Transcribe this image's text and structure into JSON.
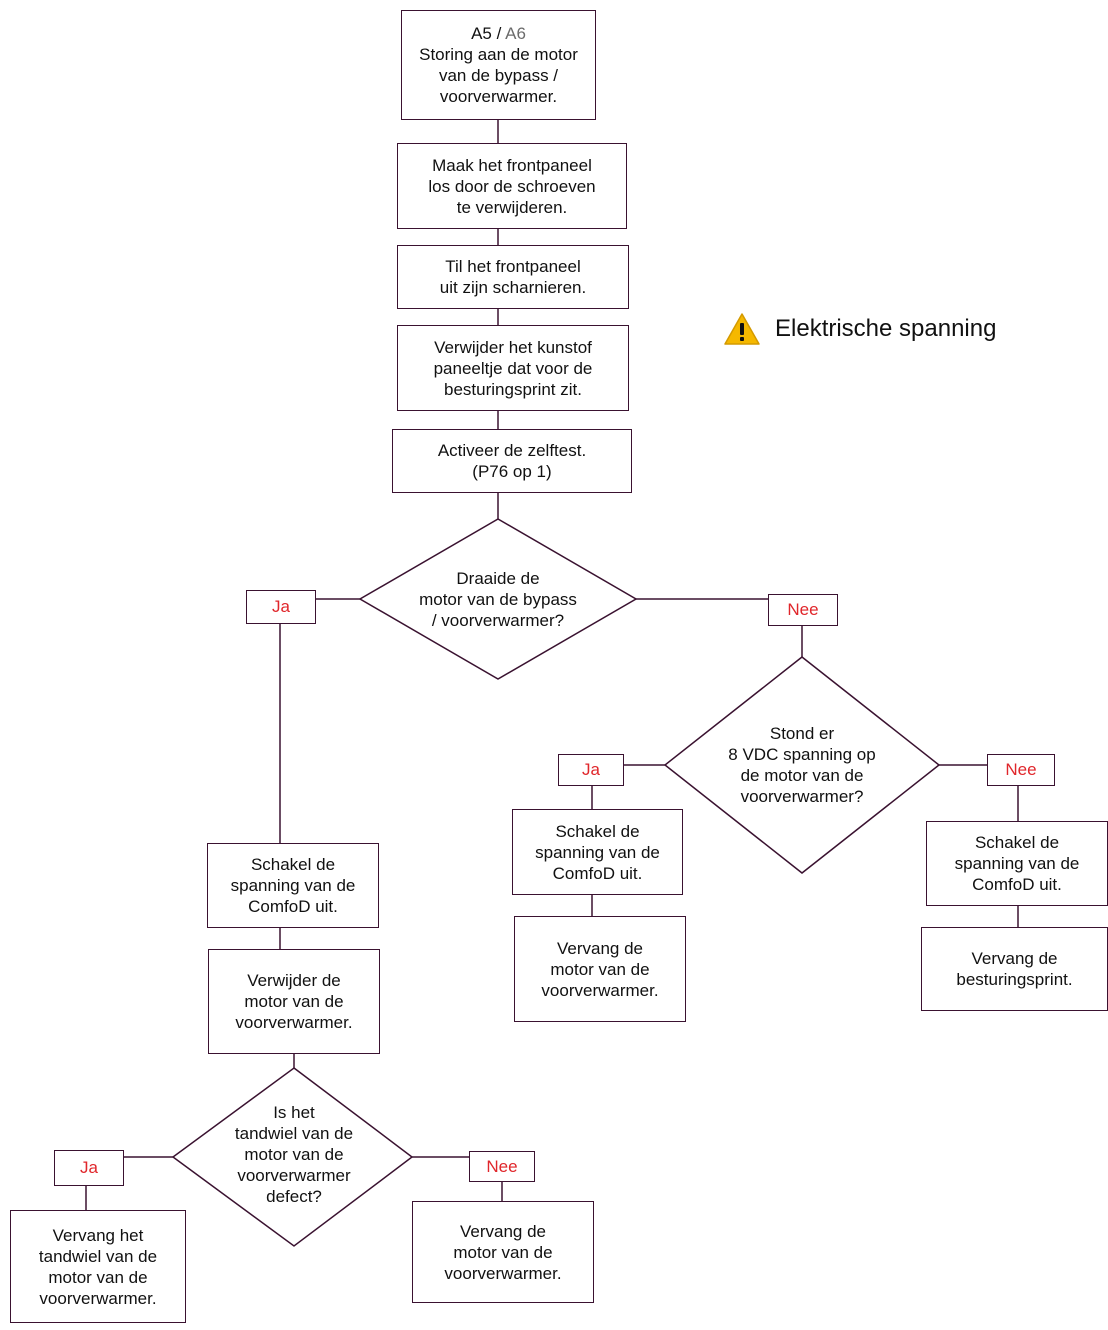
{
  "nodes": {
    "start_code_a5": "A5",
    "start_slash": " / ",
    "start_code_a6": "A6",
    "start_text": "Storing aan de motor\nvan de bypass /\nvoorverwarmer.",
    "step1": "Maak het frontpaneel\nlos door de schroeven\nte verwijderen.",
    "step2": "Til het frontpaneel\nuit zijn scharnieren.",
    "step3": "Verwijder het kunstof\npaneeltje dat voor de\nbesturingsprint zit.",
    "step4": "Activeer de zelftest.\n(P76 op 1)",
    "decision1": "Draaide de\nmotor van de bypass\n/ voorverwarmer?",
    "decision2": "Stond er\n8 VDC spanning op\nde motor van de\nvoorverwarmer?",
    "decision3": "Is het\ntandwiel van de\nmotor van de\nvoorverwarmer\ndefect?",
    "left_switch_off": "Schakel de\nspanning van de\nComfoD uit.",
    "left_remove_motor": "Verwijder de\nmotor van de\nvoorverwarmer.",
    "mid_switch_off": "Schakel de\nspanning van de\nComfoD uit.",
    "mid_replace_motor": "Vervang de\nmotor van de\nvoorverwarmer.",
    "right_switch_off": "Schakel de\nspanning van de\nComfoD uit.",
    "right_replace_print": "Vervang de\nbesturingsprint.",
    "bottom_replace_gear": "Vervang het\ntandwiel van de\nmotor van de\nvoorverwarmer.",
    "bottom_replace_motor": "Vervang de\nmotor van de\nvoorverwarmer."
  },
  "labels": {
    "yes": "Ja",
    "no": "Nee"
  },
  "warning": {
    "icon": "warning-triangle-icon",
    "text": "Elektrische spanning"
  },
  "colors": {
    "border": "#3a1230",
    "answer_label": "#e0262b",
    "warning_icon": "#f5b800"
  }
}
